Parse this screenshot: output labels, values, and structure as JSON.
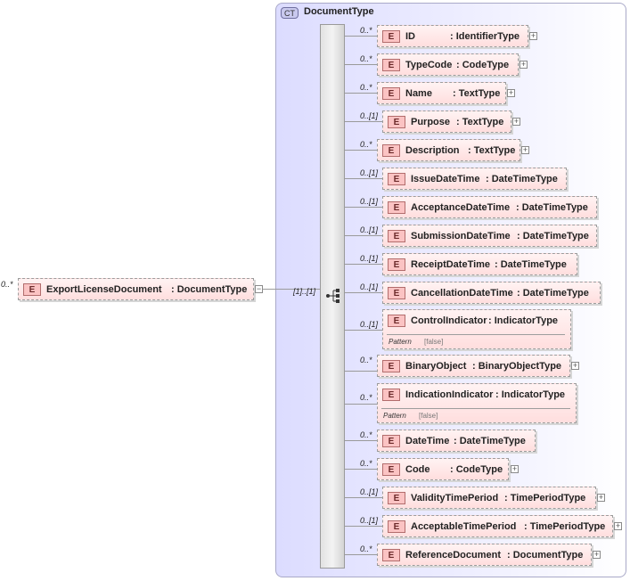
{
  "complex_type": {
    "badge": "CT",
    "title": "DocumentType"
  },
  "root": {
    "badge": "E",
    "name": "ExportLicenseDocument",
    "type": ": DocumentType",
    "cardinality": "0..*",
    "collapse_glyph": "−"
  },
  "sequence": {
    "cardinality": "[1]..[1]"
  },
  "elements": [
    {
      "badge": "E",
      "name": "ID",
      "type": ": IdentifierType",
      "cardinality": "0..*",
      "expandable": true
    },
    {
      "badge": "E",
      "name": "TypeCode",
      "type": ": CodeType",
      "cardinality": "0..*",
      "expandable": true
    },
    {
      "badge": "E",
      "name": "Name",
      "type": ": TextType",
      "cardinality": "0..*",
      "expandable": true
    },
    {
      "badge": "E",
      "name": "Purpose",
      "type": ": TextType",
      "cardinality": "0..[1]",
      "expandable": true
    },
    {
      "badge": "E",
      "name": "Description",
      "type": ": TextType",
      "cardinality": "0..*",
      "expandable": true
    },
    {
      "badge": "E",
      "name": "IssueDateTime",
      "type": ": DateTimeType",
      "cardinality": "0..[1]",
      "expandable": false
    },
    {
      "badge": "E",
      "name": "AcceptanceDateTime",
      "type": ": DateTimeType",
      "cardinality": "0..[1]",
      "expandable": false
    },
    {
      "badge": "E",
      "name": "SubmissionDateTime",
      "type": ": DateTimeType",
      "cardinality": "0..[1]",
      "expandable": false
    },
    {
      "badge": "E",
      "name": "ReceiptDateTime",
      "type": ": DateTimeType",
      "cardinality": "0..[1]",
      "expandable": false
    },
    {
      "badge": "E",
      "name": "CancellationDateTime",
      "type": ": DateTimeType",
      "cardinality": "0..[1]",
      "expandable": false
    },
    {
      "badge": "E",
      "name": "ControlIndicator",
      "type": ": IndicatorType",
      "cardinality": "0..[1]",
      "expandable": false,
      "facet_label": "Pattern",
      "facet_value": "[false]"
    },
    {
      "badge": "E",
      "name": "BinaryObject",
      "type": ": BinaryObjectType",
      "cardinality": "0..*",
      "expandable": true
    },
    {
      "badge": "E",
      "name": "IndicationIndicator",
      "type": ": IndicatorType",
      "cardinality": "0..*",
      "expandable": false,
      "facet_label": "Pattern",
      "facet_value": "[false]"
    },
    {
      "badge": "E",
      "name": "DateTime",
      "type": ": DateTimeType",
      "cardinality": "0..*",
      "expandable": false
    },
    {
      "badge": "E",
      "name": "Code",
      "type": ": CodeType",
      "cardinality": "0..*",
      "expandable": true
    },
    {
      "badge": "E",
      "name": "ValidityTimePeriod",
      "type": ": TimePeriodType",
      "cardinality": "0..[1]",
      "expandable": true
    },
    {
      "badge": "E",
      "name": "AcceptableTimePeriod",
      "type": ": TimePeriodType",
      "cardinality": "0..[1]",
      "expandable": true
    },
    {
      "badge": "E",
      "name": "ReferenceDocument",
      "type": ": DocumentType",
      "cardinality": "0..*",
      "expandable": true
    }
  ],
  "icons": {
    "collapse": "minus-icon",
    "expand": "plus-icon",
    "sequence": "sequence-compositor-icon"
  }
}
